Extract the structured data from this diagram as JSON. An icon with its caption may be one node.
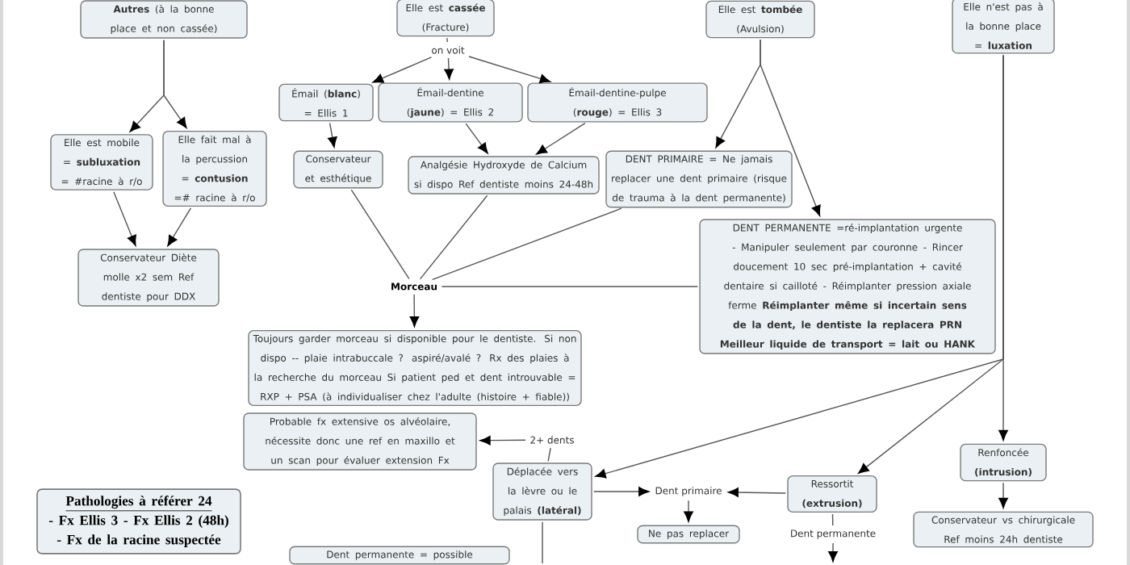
{
  "diagram": {
    "nodes": [
      {
        "text": [
          "**Autres** (à la bonne place et non cassée)"
        ]
      },
      {
        "text": [
          "Elle est **cassée** (Fracture)"
        ]
      },
      {
        "text": [
          "Elle est **tombée** (Avulsion)"
        ]
      },
      {
        "text": [
          "Elle n'est pas à la bonne place = **luxation**"
        ]
      },
      {
        "text": [
          "Elle est mobile = **subluxation** = #racine à r/o"
        ]
      },
      {
        "text": [
          "Elle fait mal à la percussion = **contusion** =# racine à r/o"
        ]
      },
      {
        "text": [
          "Conservateur Diète molle x2 sem Ref dentiste pour DDX"
        ]
      },
      {
        "text": [
          "on voit"
        ]
      },
      {
        "text": [
          "Émail (**blanc**) = Ellis 1"
        ]
      },
      {
        "text": [
          "Émail-dentine (**jaune**) = Ellis 2"
        ]
      },
      {
        "text": [
          "Émail-dentine-pulpe (**rouge**) = Ellis 3"
        ]
      },
      {
        "text": [
          "Conservateur et esthétique"
        ]
      },
      {
        "text": [
          "Analgésie Hydroxyde de Calcium si dispo Ref dentiste moins 24-48h"
        ]
      },
      {
        "text": [
          "DENT PRIMAIRE = Ne jamais replacer une dent primaire (risque de trauma à la dent permanente)"
        ]
      },
      {
        "text": [
          "DENT PERMANENTE =ré-implantation urgente - Manipuler seulement par couronne - Rincer doucement 10 sec pré-implantation + cavité dentaire si cailloté - Réimplanter pression axiale ferme **Réimplanter même si incertain sens de la dent, le dentiste la replacera PRN** **Meilleur liquide de transport = lait ou HANK**"
        ]
      },
      {
        "text": [
          "Morceau"
        ]
      },
      {
        "text": [
          "Toujours garder morceau si disponible pour le dentiste. Si non dispo -- plaie intrabuccale ? aspiré/avalé ? Rx des plaies à la recherche du morceau Si patient ped et dent introuvable = RXP + PSA (à individualiser chez l'adulte (histoire + fiable))"
        ]
      },
      {
        "text": [
          "Probable fx extensive os alvéolaire, nécessite donc une ref en maxillo et un scan pour évaluer extension Fx"
        ]
      },
      {
        "text": [
          "2+ dents"
        ]
      },
      {
        "text": [
          "Déplacée vers la lèvre ou le palais **(latéral)**"
        ]
      },
      {
        "text": [
          "Dent primaire"
        ]
      },
      {
        "text": [
          "Ressortit **(extrusion)**"
        ]
      },
      {
        "text": [
          "Renfoncée **(intrusion)**"
        ]
      },
      {
        "text": [
          "Ne pas replacer"
        ]
      },
      {
        "text": [
          "Dent permanente"
        ]
      },
      {
        "text": [
          "Conservateur vs chirurgicale Ref moins 24h dentiste"
        ]
      },
      {
        "text": [
          "Dent permanente = possible"
        ]
      },
      {
        "text": [
          "Pathologies à référer 24",
          "- Fx Ellis 3 - Fx Ellis 2 (48h) - Fx de la racine suspectée"
        ]
      }
    ],
    "edges": [
      {
        "from": 0,
        "to": 4,
        "arrow": "to"
      },
      {
        "from": 0,
        "to": 5,
        "arrow": "to"
      },
      {
        "from": 4,
        "to": 6,
        "arrow": "to"
      },
      {
        "from": 5,
        "to": 6,
        "arrow": "to"
      },
      {
        "from": 1,
        "to": 7,
        "arrow": "none"
      },
      {
        "from": 7,
        "to": 8,
        "arrow": "to"
      },
      {
        "from": 7,
        "to": 9,
        "arrow": "to"
      },
      {
        "from": 7,
        "to": 10,
        "arrow": "to"
      },
      {
        "from": 8,
        "to": 11,
        "arrow": "to"
      },
      {
        "from": 9,
        "to": 12,
        "arrow": "to"
      },
      {
        "from": 10,
        "to": 12,
        "arrow": "to"
      },
      {
        "from": 2,
        "to": 13,
        "arrow": "to"
      },
      {
        "from": 2,
        "to": 14,
        "arrow": "to"
      },
      {
        "from": 11,
        "to": 15,
        "arrow": "none"
      },
      {
        "from": 12,
        "to": 15,
        "arrow": "none"
      },
      {
        "from": 13,
        "to": 15,
        "arrow": "none"
      },
      {
        "from": 14,
        "to": 15,
        "arrow": "none"
      },
      {
        "from": 15,
        "to": 16,
        "arrow": "to"
      },
      {
        "from": 3,
        "to": 19,
        "arrow": "to"
      },
      {
        "from": 3,
        "to": 21,
        "arrow": "to"
      },
      {
        "from": 3,
        "to": 22,
        "arrow": "to"
      },
      {
        "from": 19,
        "to": 18,
        "arrow": "none"
      },
      {
        "from": 18,
        "to": 17,
        "arrow": "to"
      },
      {
        "from": 19,
        "to": 20,
        "arrow": "to"
      },
      {
        "from": 21,
        "to": 20,
        "arrow": "to"
      },
      {
        "from": 20,
        "to": 23,
        "arrow": "to"
      },
      {
        "from": 21,
        "to": 24,
        "arrow": "none"
      },
      {
        "from": 24,
        "to": null,
        "arrow": "to"
      },
      {
        "from": 19,
        "to": null,
        "arrow": "none"
      },
      {
        "from": 22,
        "to": 25,
        "arrow": "to"
      }
    ]
  }
}
